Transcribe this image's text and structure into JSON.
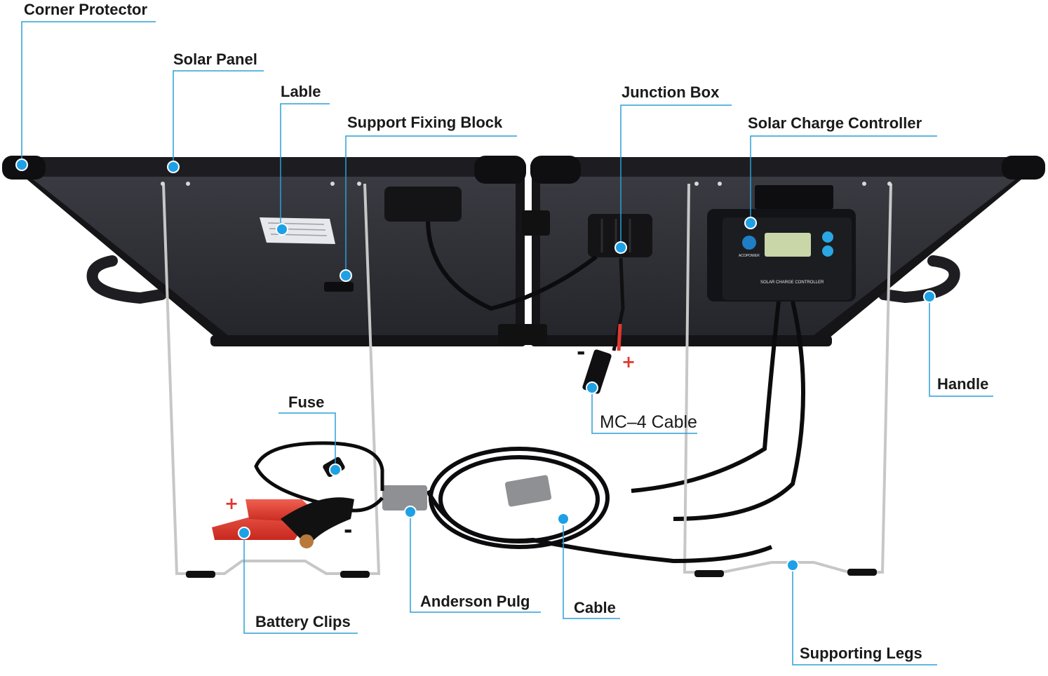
{
  "labels": {
    "corner_protector": "Corner Protector",
    "solar_panel": "Solar Panel",
    "lable": "Lable",
    "support_fixing_block": "Support Fixing Block",
    "junction_box": "Junction Box",
    "solar_charge_controller": "Solar Charge Controller",
    "handle": "Handle",
    "mc4_cable": "MC–4 Cable",
    "fuse": "Fuse",
    "battery_clips": "Battery Clips",
    "anderson_pulg": "Anderson Pulg",
    "cable": "Cable",
    "supporting_legs": "Supporting Legs"
  },
  "polarity": {
    "clip_plus": "+",
    "clip_minus": "-",
    "mc4_plus": "+",
    "mc4_minus": "-"
  },
  "controller": {
    "brand": "ACOPOWER",
    "title": "SOLAR CHARGE CONTROLLER"
  },
  "colors": {
    "callout_line": "#2b9fd8",
    "callout_dot": "#1ea0e6",
    "panel": "#2a2b30",
    "frame": "#1b1b1e",
    "positive": "#e0382f",
    "leg": "#c8c8c8"
  }
}
